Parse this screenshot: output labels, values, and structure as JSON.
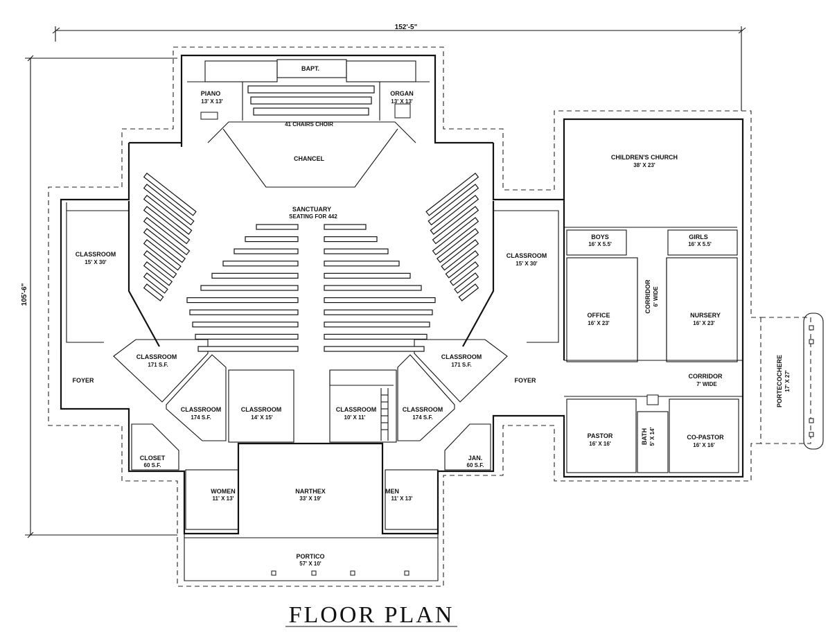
{
  "dimensions": {
    "width": "152'-5\"",
    "depth": "105'-6\""
  },
  "title": "FLOOR PLAN",
  "rooms": {
    "bapt": {
      "name": "BAPT."
    },
    "piano": {
      "name": "PIANO",
      "size": "13' X 13'"
    },
    "organ": {
      "name": "ORGAN",
      "size": "13' X 13'"
    },
    "choir": {
      "name": "41 CHAIRS CHOIR"
    },
    "chancel": {
      "name": "CHANCEL"
    },
    "sanctuary": {
      "name": "SANCTUARY",
      "size": "SEATING FOR 442"
    },
    "classroom_left": {
      "name": "CLASSROOM",
      "size": "15' X 30'"
    },
    "classroom_right": {
      "name": "CLASSROOM",
      "size": "15' X 30'"
    },
    "foyer_left": {
      "name": "FOYER"
    },
    "foyer_right": {
      "name": "FOYER"
    },
    "classroom_171_left": {
      "name": "CLASSROOM",
      "size": "171 S.F."
    },
    "classroom_171_right": {
      "name": "CLASSROOM",
      "size": "171 S.F."
    },
    "classroom_174_left": {
      "name": "CLASSROOM",
      "size": "174 S.F."
    },
    "classroom_174_right": {
      "name": "CLASSROOM",
      "size": "174 S.F."
    },
    "classroom_14x15": {
      "name": "CLASSROOM",
      "size": "14' X 15'"
    },
    "classroom_10x11": {
      "name": "CLASSROOM",
      "size": "10' X 11'"
    },
    "closet": {
      "name": "CLOSET",
      "size": "60 S.F."
    },
    "jan": {
      "name": "JAN.",
      "size": "60 S.F."
    },
    "women": {
      "name": "WOMEN",
      "size": "11' X 13'"
    },
    "men": {
      "name": "MEN",
      "size": "11' X 13'"
    },
    "narthex": {
      "name": "NARTHEX",
      "size": "33' X 19'"
    },
    "portico": {
      "name": "PORTICO",
      "size": "57' X 10'"
    },
    "childrens_church": {
      "name": "CHILDREN'S CHURCH",
      "size": "38' X 23'"
    },
    "boys": {
      "name": "BOYS",
      "size": "16' X 5.5'"
    },
    "girls": {
      "name": "GIRLS",
      "size": "16' X 5.5'"
    },
    "office": {
      "name": "OFFICE",
      "size": "16' X 23'"
    },
    "nursery": {
      "name": "NURSERY",
      "size": "16' X 23'"
    },
    "corridor_v": {
      "name": "CORRIDOR",
      "size": "6' WIDE"
    },
    "corridor_h": {
      "name": "CORRIDOR",
      "size": "7' WIDE"
    },
    "pastor": {
      "name": "PASTOR",
      "size": "16' X 16'"
    },
    "co_pastor": {
      "name": "CO-PASTOR",
      "size": "16' X 16'"
    },
    "bath": {
      "name": "BATH",
      "size": "5' X 14'"
    },
    "portecochere": {
      "name": "PORTECOCHERE",
      "size": "17' X 27'"
    }
  }
}
